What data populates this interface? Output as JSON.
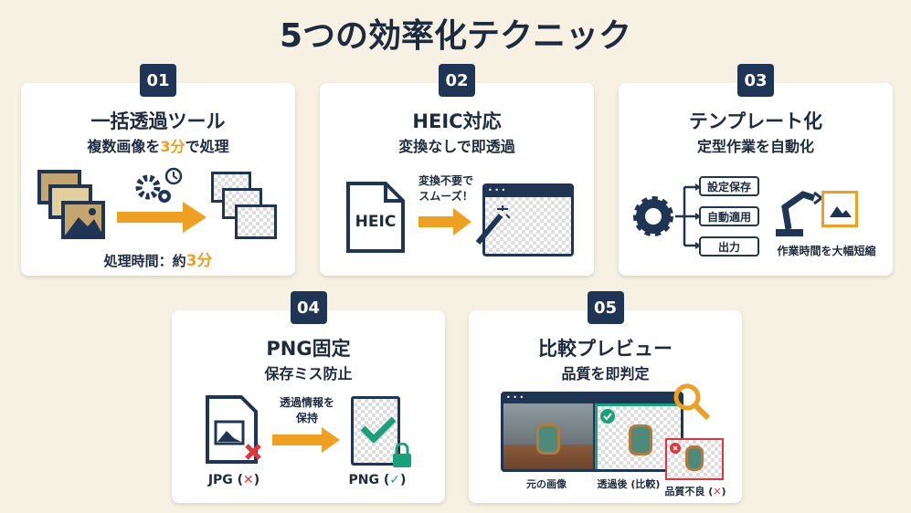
{
  "title": "5つの効率化テクニック",
  "cards": [
    {
      "num": "01",
      "heading": "一括透過ツール",
      "sub_pre": "複数画像を",
      "sub_hl": "3分",
      "sub_post": "で処理",
      "foot_pre": "処理時間：約",
      "foot_hl": "3分"
    },
    {
      "num": "02",
      "heading": "HEIC対応",
      "sub": "変換なしで即透過",
      "file_label": "HEIC",
      "note_line1": "変換不要で",
      "note_line2": "スムーズ！"
    },
    {
      "num": "03",
      "heading": "テンプレート化",
      "sub": "定型作業を自動化",
      "steps": [
        "設定保存",
        "自動適用",
        "出力"
      ],
      "caption": "作業時間を大幅短縮"
    },
    {
      "num": "04",
      "heading": "PNG固定",
      "sub": "保存ミス防止",
      "note_line1": "透過情報を",
      "note_line2": "保持",
      "jpg_label": "JPG (",
      "jpg_mark": "✕",
      "png_label": "PNG (",
      "png_mark": "✓",
      "close": ")"
    },
    {
      "num": "05",
      "heading": "比較プレビュー",
      "sub": "品質を即判定",
      "labels": [
        "元の画像",
        "透過後 (比較)",
        "品質不良 ("
      ],
      "bad_mark": "✕",
      "close": ")"
    }
  ],
  "colors": {
    "navy": "#1e3556",
    "orange": "#f0a020",
    "green": "#1aa07a",
    "red": "#e0353d"
  }
}
